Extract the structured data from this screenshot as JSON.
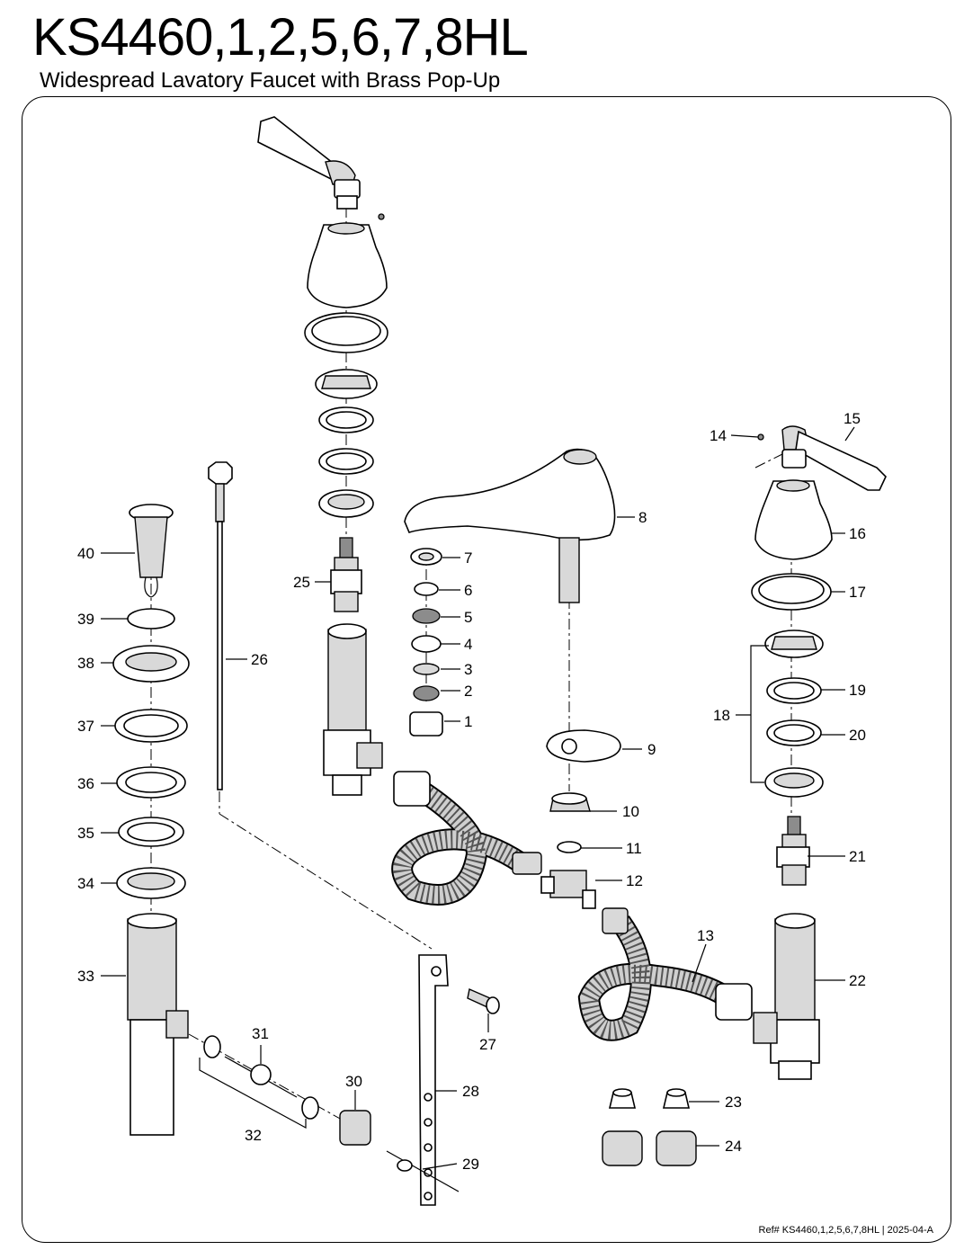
{
  "header": {
    "model": "KS4460,1,2,5,6,7,8HL",
    "description": "Widespread Lavatory Faucet with Brass Pop-Up"
  },
  "footer": {
    "reference": "Ref# KS4460,1,2,5,6,7,8HL | 2025-04-A"
  },
  "callouts": [
    "1",
    "2",
    "3",
    "4",
    "5",
    "6",
    "7",
    "8",
    "9",
    "10",
    "11",
    "12",
    "13",
    "14",
    "15",
    "16",
    "17",
    "18",
    "19",
    "20",
    "21",
    "22",
    "23",
    "24",
    "25",
    "26",
    "27",
    "28",
    "29",
    "30",
    "31",
    "32",
    "33",
    "34",
    "35",
    "36",
    "37",
    "38",
    "39",
    "40"
  ]
}
